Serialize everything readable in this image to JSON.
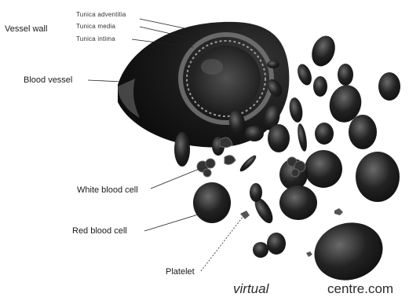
{
  "labels": {
    "vessel_wall": "Vessel wall",
    "tunica_adventitia": "Tunica adventitia",
    "tunica_media": "Tunica media",
    "tunica_intima": "Tunica intima",
    "blood_vessel": "Blood vessel",
    "white_blood_cell": "White blood cell",
    "red_blood_cell": "Red blood cell",
    "platelet": "Platelet"
  },
  "watermark": {
    "left": "virtual",
    "right": "centre.com"
  },
  "colors": {
    "dark": "#1b1b1b",
    "mid": "#4a4a4a",
    "light": "#9a9a9a"
  }
}
